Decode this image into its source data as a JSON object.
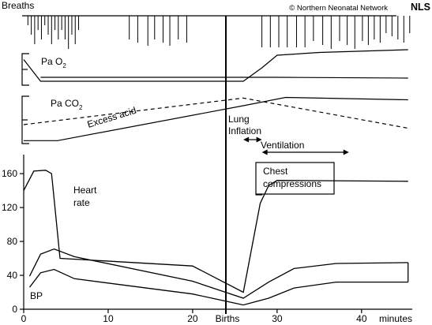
{
  "copyright": "© Northern Neonatal Network",
  "logo": "NLS",
  "labels": {
    "breaths": "Breaths",
    "pao2_main": "Pa O",
    "pao2_sub": "2",
    "paco2_main": "Pa CO",
    "paco2_sub": "2",
    "excess_acid": "Excess acid",
    "lung_inflation_line1": "Lung",
    "lung_inflation_line2": "Inflation",
    "ventilation": "Ventilation",
    "chest_compressions_line1": "Chest",
    "chest_compressions_line2": "compressions",
    "heart_rate_line1": "Heart",
    "heart_rate_line2": "rate",
    "bp": "BP",
    "births": "Births",
    "x_unit": "minutes"
  },
  "chart_data": {
    "type": "line",
    "x_ticks": [
      0,
      10,
      20,
      30,
      40
    ],
    "y_ticks": [
      0,
      40,
      80,
      120,
      160
    ],
    "xlim": [
      0,
      46
    ],
    "ylim": [
      0,
      175
    ],
    "birth_time": 26,
    "panels": {
      "breaths": {
        "gasps_early": [
          0.5,
          0.9,
          1.3,
          1.7,
          2.1,
          2.5,
          2.9,
          3.3,
          3.7,
          4.1,
          4.5,
          4.9,
          5.3,
          5.7,
          6.1,
          6.5
        ],
        "gasps_mid": [
          12.5,
          13.5,
          14.7,
          15.5,
          16.5,
          17.3,
          18.3,
          19.3
        ],
        "ventilation_breaths": [
          28.2,
          29.2,
          30.2,
          31.2,
          32.3,
          33.3,
          34.3,
          35.4,
          36.4,
          37.4,
          38.3,
          39.2,
          40.1,
          40.8,
          41.5,
          42.2,
          42.9,
          43.6,
          44.3,
          45.0,
          45.7
        ]
      },
      "pao2": [
        [
          0,
          6.5
        ],
        [
          2,
          1
        ],
        [
          26,
          1
        ],
        [
          28.2,
          4.4
        ],
        [
          30,
          7.6
        ],
        [
          35,
          8.3
        ],
        [
          45.5,
          9
        ]
      ],
      "paco2_baseline": [
        [
          2,
          2
        ],
        [
          30,
          2
        ],
        [
          45.5,
          1.8
        ]
      ],
      "paco2": [
        [
          0,
          3.2
        ],
        [
          26,
          7.7
        ],
        [
          45.5,
          2.6
        ]
      ],
      "excess_acid": [
        [
          0,
          0.5
        ],
        [
          4,
          0.5
        ],
        [
          26,
          6.4
        ],
        [
          31,
          7.8
        ],
        [
          45.5,
          7.4
        ]
      ]
    },
    "series": [
      {
        "name": "Heart rate",
        "points": [
          [
            0,
            140
          ],
          [
            1.2,
            163
          ],
          [
            2.6,
            164
          ],
          [
            3.3,
            160
          ],
          [
            4.3,
            60
          ],
          [
            20,
            51
          ],
          [
            26,
            20
          ],
          [
            28,
            125
          ],
          [
            29,
            146
          ],
          [
            30,
            152
          ],
          [
            45.5,
            151
          ]
        ]
      },
      {
        "name": "BP",
        "points": [
          [
            0.7,
            39
          ],
          [
            2,
            65
          ],
          [
            3.6,
            71
          ],
          [
            6,
            62
          ],
          [
            20,
            33
          ],
          [
            26,
            13
          ],
          [
            29,
            32
          ],
          [
            32,
            48
          ],
          [
            37,
            54
          ],
          [
            45.5,
            55
          ]
        ]
      },
      {
        "name": "BP",
        "points": [
          [
            0.7,
            26
          ],
          [
            2,
            43
          ],
          [
            3.6,
            47
          ],
          [
            6,
            36
          ],
          [
            20,
            18
          ],
          [
            26,
            5
          ],
          [
            29,
            13
          ],
          [
            32,
            25
          ],
          [
            37,
            32
          ],
          [
            45.5,
            32
          ]
        ]
      },
      {
        "name": "BP",
        "points": [
          [
            45.5,
            55
          ],
          [
            45.5,
            32
          ]
        ]
      }
    ],
    "annotations": {
      "lung_inflation": [
        26,
        28.2
      ],
      "ventilation": [
        28.2,
        38.5
      ],
      "chest_compressions_bar": {
        "x": [
          27.5,
          28.2
        ],
        "y": [
          135,
          168
        ]
      }
    }
  }
}
